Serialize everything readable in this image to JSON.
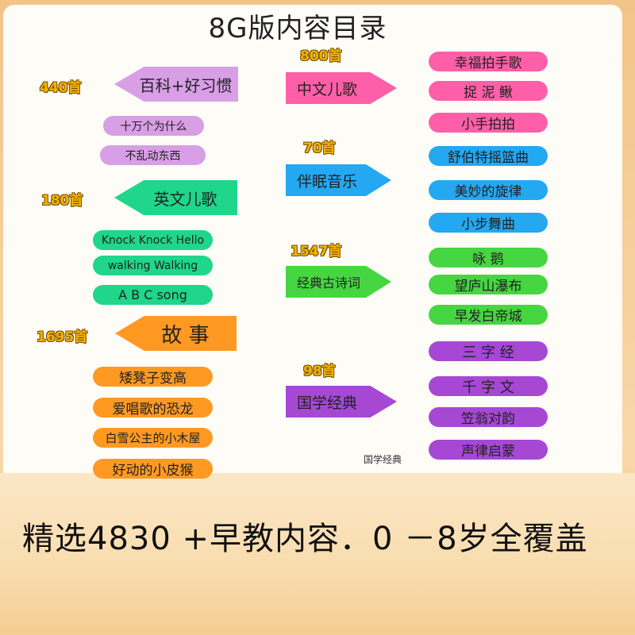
{
  "title": "8G版内容目录",
  "left_sections": [
    {
      "count": "440首",
      "label": "百科+好习惯",
      "items": [
        "十万个为什么",
        "不乱动东西"
      ]
    },
    {
      "count": "180首",
      "label": "英文儿歌",
      "items": [
        "Knock Knock Hello",
        "walking Walking",
        "A B C song"
      ]
    },
    {
      "count": "1695首",
      "label": "故  事",
      "items": [
        "矮凳子变高",
        "爱唱歌的恐龙",
        "白雪公主的小木屋",
        "好动的小皮猴"
      ]
    }
  ],
  "center_sections": [
    {
      "count": "800首",
      "label": "中文儿歌"
    },
    {
      "count": "70首",
      "label": "伴眠音乐"
    },
    {
      "count": "1547首",
      "label": "经典古诗词"
    },
    {
      "count": "98首",
      "label": "国学经典"
    }
  ],
  "right_items": [
    "幸福拍手歌",
    "捉 泥 鳅",
    "小手拍拍",
    "舒伯特摇篮曲",
    "美妙的旋律",
    "小步舞曲",
    "咏   鹅",
    "望庐山瀑布",
    "早发白帝城",
    "三 字 经",
    "千 字 文",
    "笠翁对韵",
    "声律启蒙"
  ],
  "note": "国学经典",
  "slogan": "精选4830 +早教内容．0 －8岁全覆盖",
  "colors": {
    "pink": "#ff5fa8",
    "blue": "#25a8f2",
    "green": "#45d641",
    "purple": "#a648d4",
    "lilac": "#d89ee6",
    "teal": "#1fd68a",
    "orange": "#ff9922",
    "count_gold": "#f4b300"
  }
}
